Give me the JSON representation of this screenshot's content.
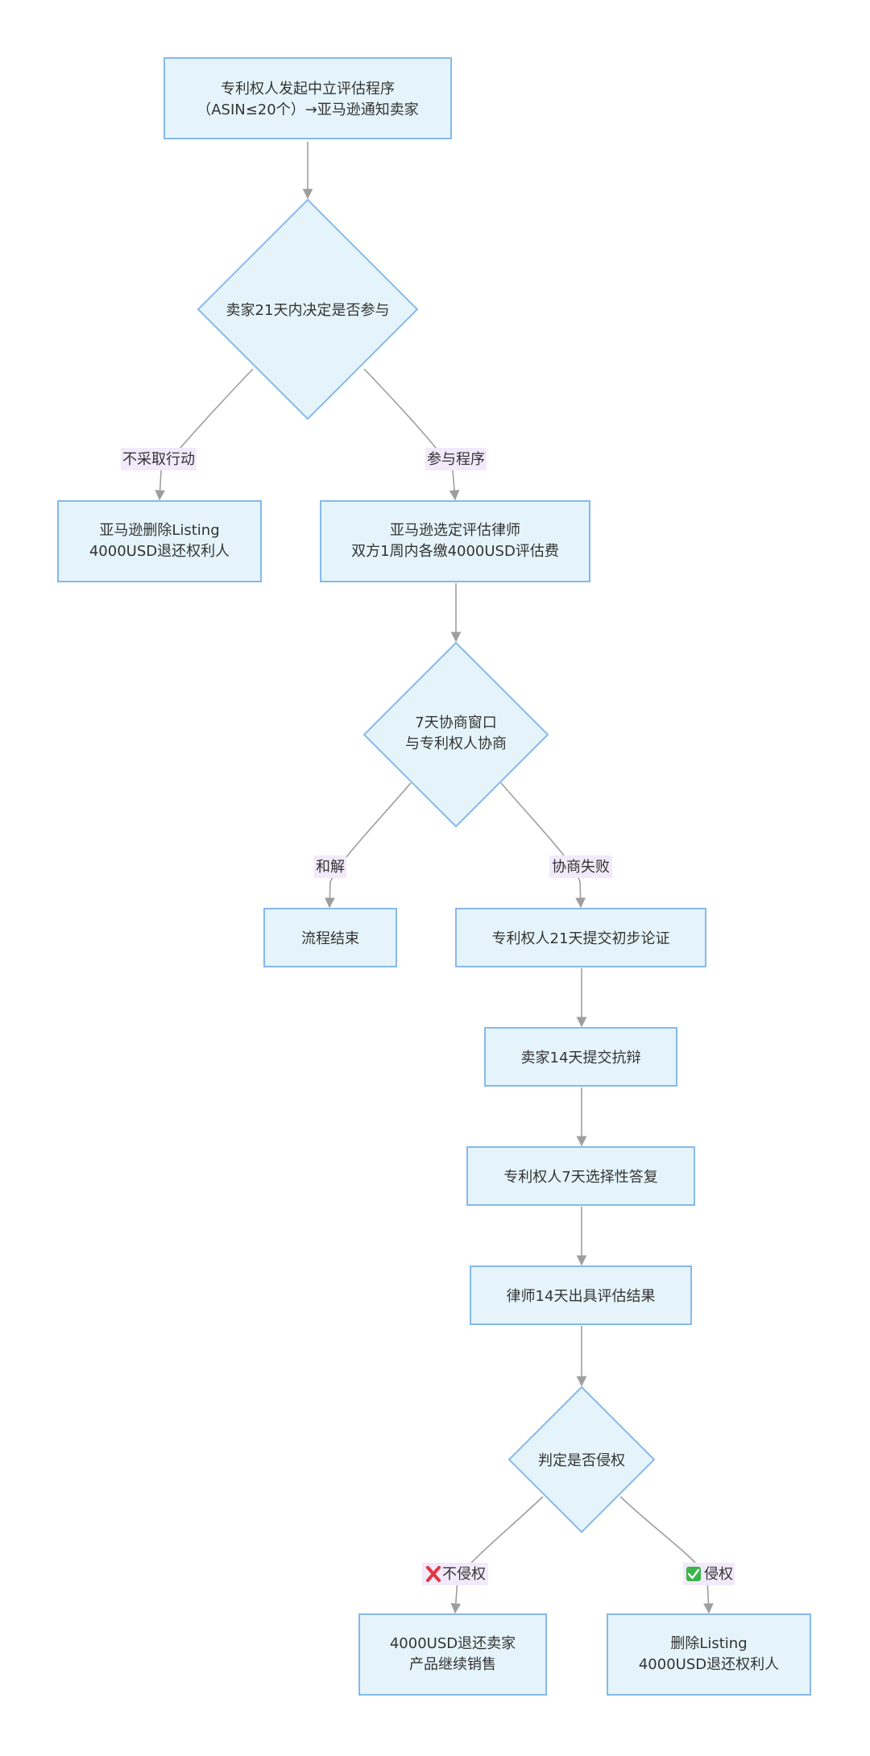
{
  "nodes": {
    "start": [
      "专利权人发起中立评估程序",
      "（ASIN≤20个）→亚马逊通知卖家"
    ],
    "decide21": [
      "卖家21天内决定是否参与"
    ],
    "noAction": [
      "亚马逊删除Listing",
      "4000USD退还权利人"
    ],
    "select": [
      "亚马逊选定评估律师",
      "双方1周内各缴4000USD评估费"
    ],
    "negotiate": [
      "7天协商窗口",
      "与专利权人协商"
    ],
    "end": [
      "流程结束"
    ],
    "brief": [
      "专利权人21天提交初步论证"
    ],
    "defense": [
      "卖家14天提交抗辩"
    ],
    "reply": [
      "专利权人7天选择性答复"
    ],
    "result": [
      "律师14天出具评估结果"
    ],
    "judge": [
      "判定是否侵权"
    ],
    "notInfringe": [
      "4000USD退还卖家",
      "产品继续销售"
    ],
    "infringe": [
      "删除Listing",
      "4000USD退还权利人"
    ]
  },
  "edge_labels": {
    "no_action": "不采取行动",
    "participate": "参与程序",
    "settle": "和解",
    "fail": "协商失败",
    "not_infringe": "不侵权",
    "infringe": "侵权"
  }
}
